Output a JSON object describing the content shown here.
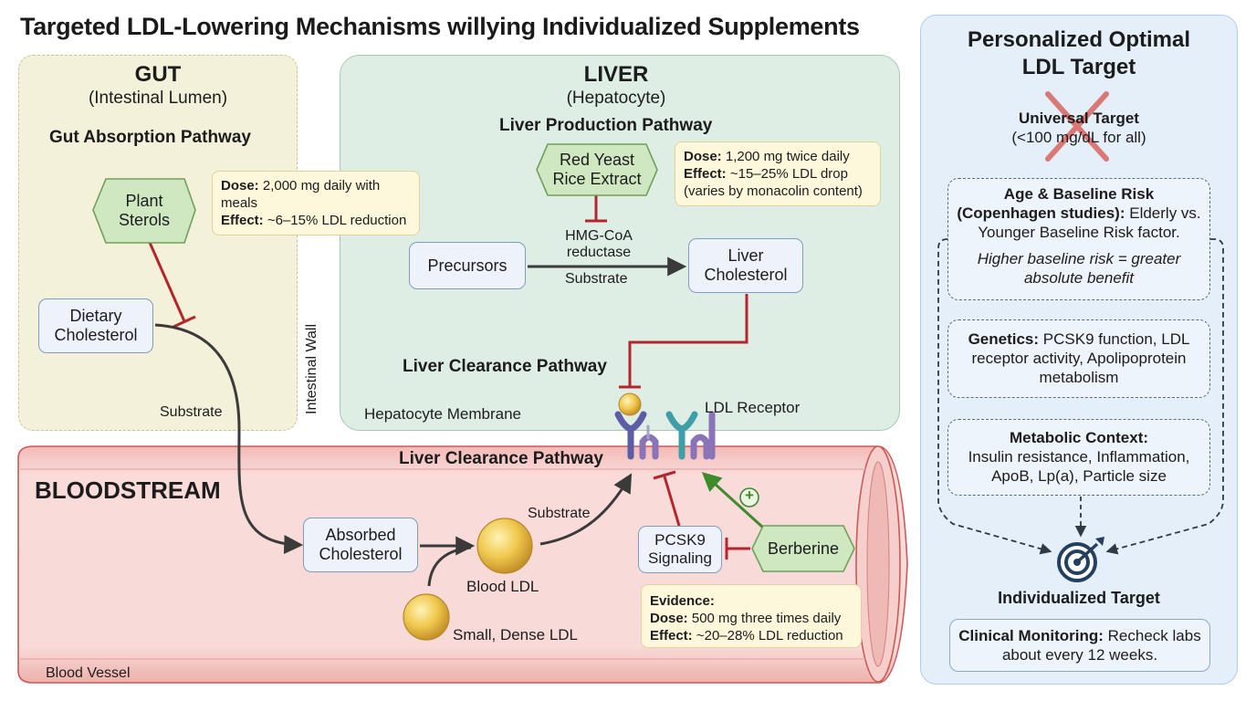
{
  "title": "Targeted LDL-Lowering Mechanisms willying Individualized Supplements",
  "gut": {
    "heading": "GUT",
    "subheading": "(Intestinal Lumen)",
    "pathway": "Gut Absorption Pathway",
    "plant_sterols": "Plant\nSterols",
    "dose_label": "Dose:",
    "dose_text": "2,000 mg daily with meals",
    "effect_label": "Effect:",
    "effect_text": "~6–15% LDL reduction",
    "dietary_cholesterol": "Dietary\nCholesterol",
    "intestinal_wall": "Intestinal Wall",
    "substrate": "Substrate"
  },
  "liver": {
    "heading": "LIVER",
    "subheading": "(Hepatocyte)",
    "production_pathway": "Liver Production Pathway",
    "red_yeast": "Red Yeast\nRice Extract",
    "dose_label": "Dose:",
    "dose_text": "1,200 mg twice daily",
    "effect_label": "Effect:",
    "effect_text": "~15–25% LDL drop (varies by monacolin content)",
    "hmg_coa": "HMG-CoA\nreductase",
    "precursors": "Precursors",
    "substrate": "Substrate",
    "liver_cholesterol": "Liver\nCholesterol",
    "clearance_pathway": "Liver Clearance Pathway",
    "membrane": "Hepatocyte Membrane",
    "ldl_receptor": "LDL Receptor"
  },
  "blood": {
    "heading": "BLOODSTREAM",
    "clearance_pathway": "Liver Clearance Pathway",
    "absorbed_cholesterol": "Absorbed\nCholesterol",
    "blood_ldl": "Blood LDL",
    "substrate": "Substrate",
    "small_dense_ldl": "Small, Dense LDL",
    "pcsk9": "PCSK9\nSignaling",
    "berberine": "Berberine",
    "plus": "+",
    "evidence_label": "Evidence:",
    "dose_label": "Dose:",
    "dose_text": "500 mg three times daily",
    "effect_label": "Effect:",
    "effect_text": "~20–28% LDL reduction",
    "vessel": "Blood Vessel"
  },
  "panel": {
    "title": "Personalized Optimal\nLDL Target",
    "universal_title": "Universal Target",
    "universal_sub": "(<100 mg/dL for all)",
    "age_bold": "Age & Baseline Risk (Copenhagen studies):",
    "age_text": "Elderly vs. Younger Baseline Risk factor.",
    "age_italic": "Higher baseline risk = greater absolute benefit",
    "genetics_bold": "Genetics:",
    "genetics_text": "PCSK9 function, LDL receptor activity, Apolipoprotein metabolism",
    "metabolic_bold": "Metabolic Context:",
    "metabolic_text": "Insulin resistance, Inflammation, ApoB, Lp(a), Particle size",
    "target_label": "Individualized Target",
    "target_icon": "target-icon",
    "monitoring_bold": "Clinical Monitoring:",
    "monitoring_text": "Recheck labs about every 12 weeks."
  },
  "colors": {
    "inhibit": "#b3262d",
    "activate": "#3f8a2a",
    "flow": "#3a3a3a",
    "gut_bg": "#f4f1da",
    "liver_bg": "#dfeee5",
    "blood_bg": "#f7d6d4",
    "panel_bg": "#e4effa",
    "supplement_fill": "#cfe8c2",
    "receptor_purple": "#5b5ea6",
    "receptor_teal": "#3f9fa8"
  }
}
